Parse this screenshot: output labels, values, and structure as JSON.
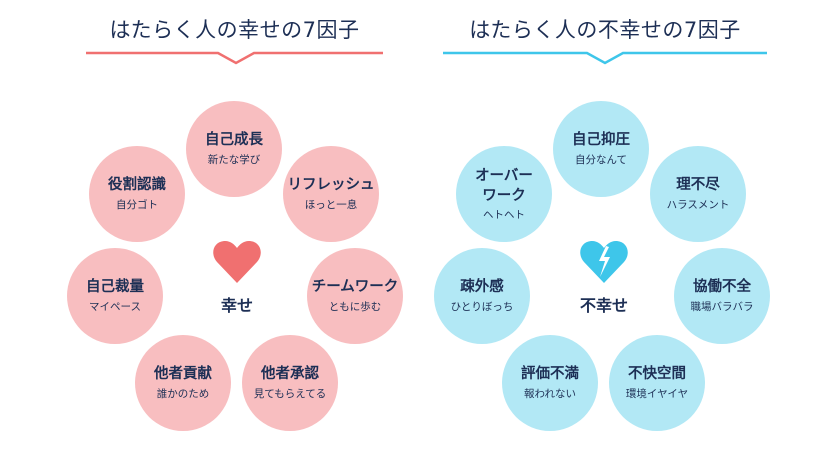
{
  "colors": {
    "title_text": "#1d2f55",
    "happy_accent": "#f07070",
    "happy_circle": "#f8bec0",
    "unhappy_accent": "#3ec6ea",
    "unhappy_circle": "#b2e8f5"
  },
  "happy": {
    "title": "はたらく人の幸せの7因子",
    "center_icon": "heart-icon",
    "center_label": "幸せ",
    "factors": [
      {
        "main": "自己成長",
        "sub": "新たな学び"
      },
      {
        "main": "リフレッシュ",
        "sub": "ほっと一息"
      },
      {
        "main": "チームワーク",
        "sub": "ともに歩む"
      },
      {
        "main": "他者承認",
        "sub": "見てもらえてる"
      },
      {
        "main": "他者貢献",
        "sub": "誰かのため"
      },
      {
        "main": "自己裁量",
        "sub": "マイペース"
      },
      {
        "main": "役割認識",
        "sub": "自分ゴト"
      }
    ]
  },
  "unhappy": {
    "title": "はたらく人の不幸せの7因子",
    "center_icon": "broken-heart-icon",
    "center_label": "不幸せ",
    "factors": [
      {
        "main": "自己抑圧",
        "sub": "自分なんて"
      },
      {
        "main": "理不尽",
        "sub": "ハラスメント"
      },
      {
        "main": "協働不全",
        "sub": "職場バラバラ"
      },
      {
        "main": "不快空間",
        "sub": "環境イヤイヤ"
      },
      {
        "main": "評価不満",
        "sub": "報われない"
      },
      {
        "main": "疎外感",
        "sub": "ひとりぼっち"
      },
      {
        "main": "オーバーワーク",
        "sub": "ヘトヘト"
      }
    ]
  }
}
